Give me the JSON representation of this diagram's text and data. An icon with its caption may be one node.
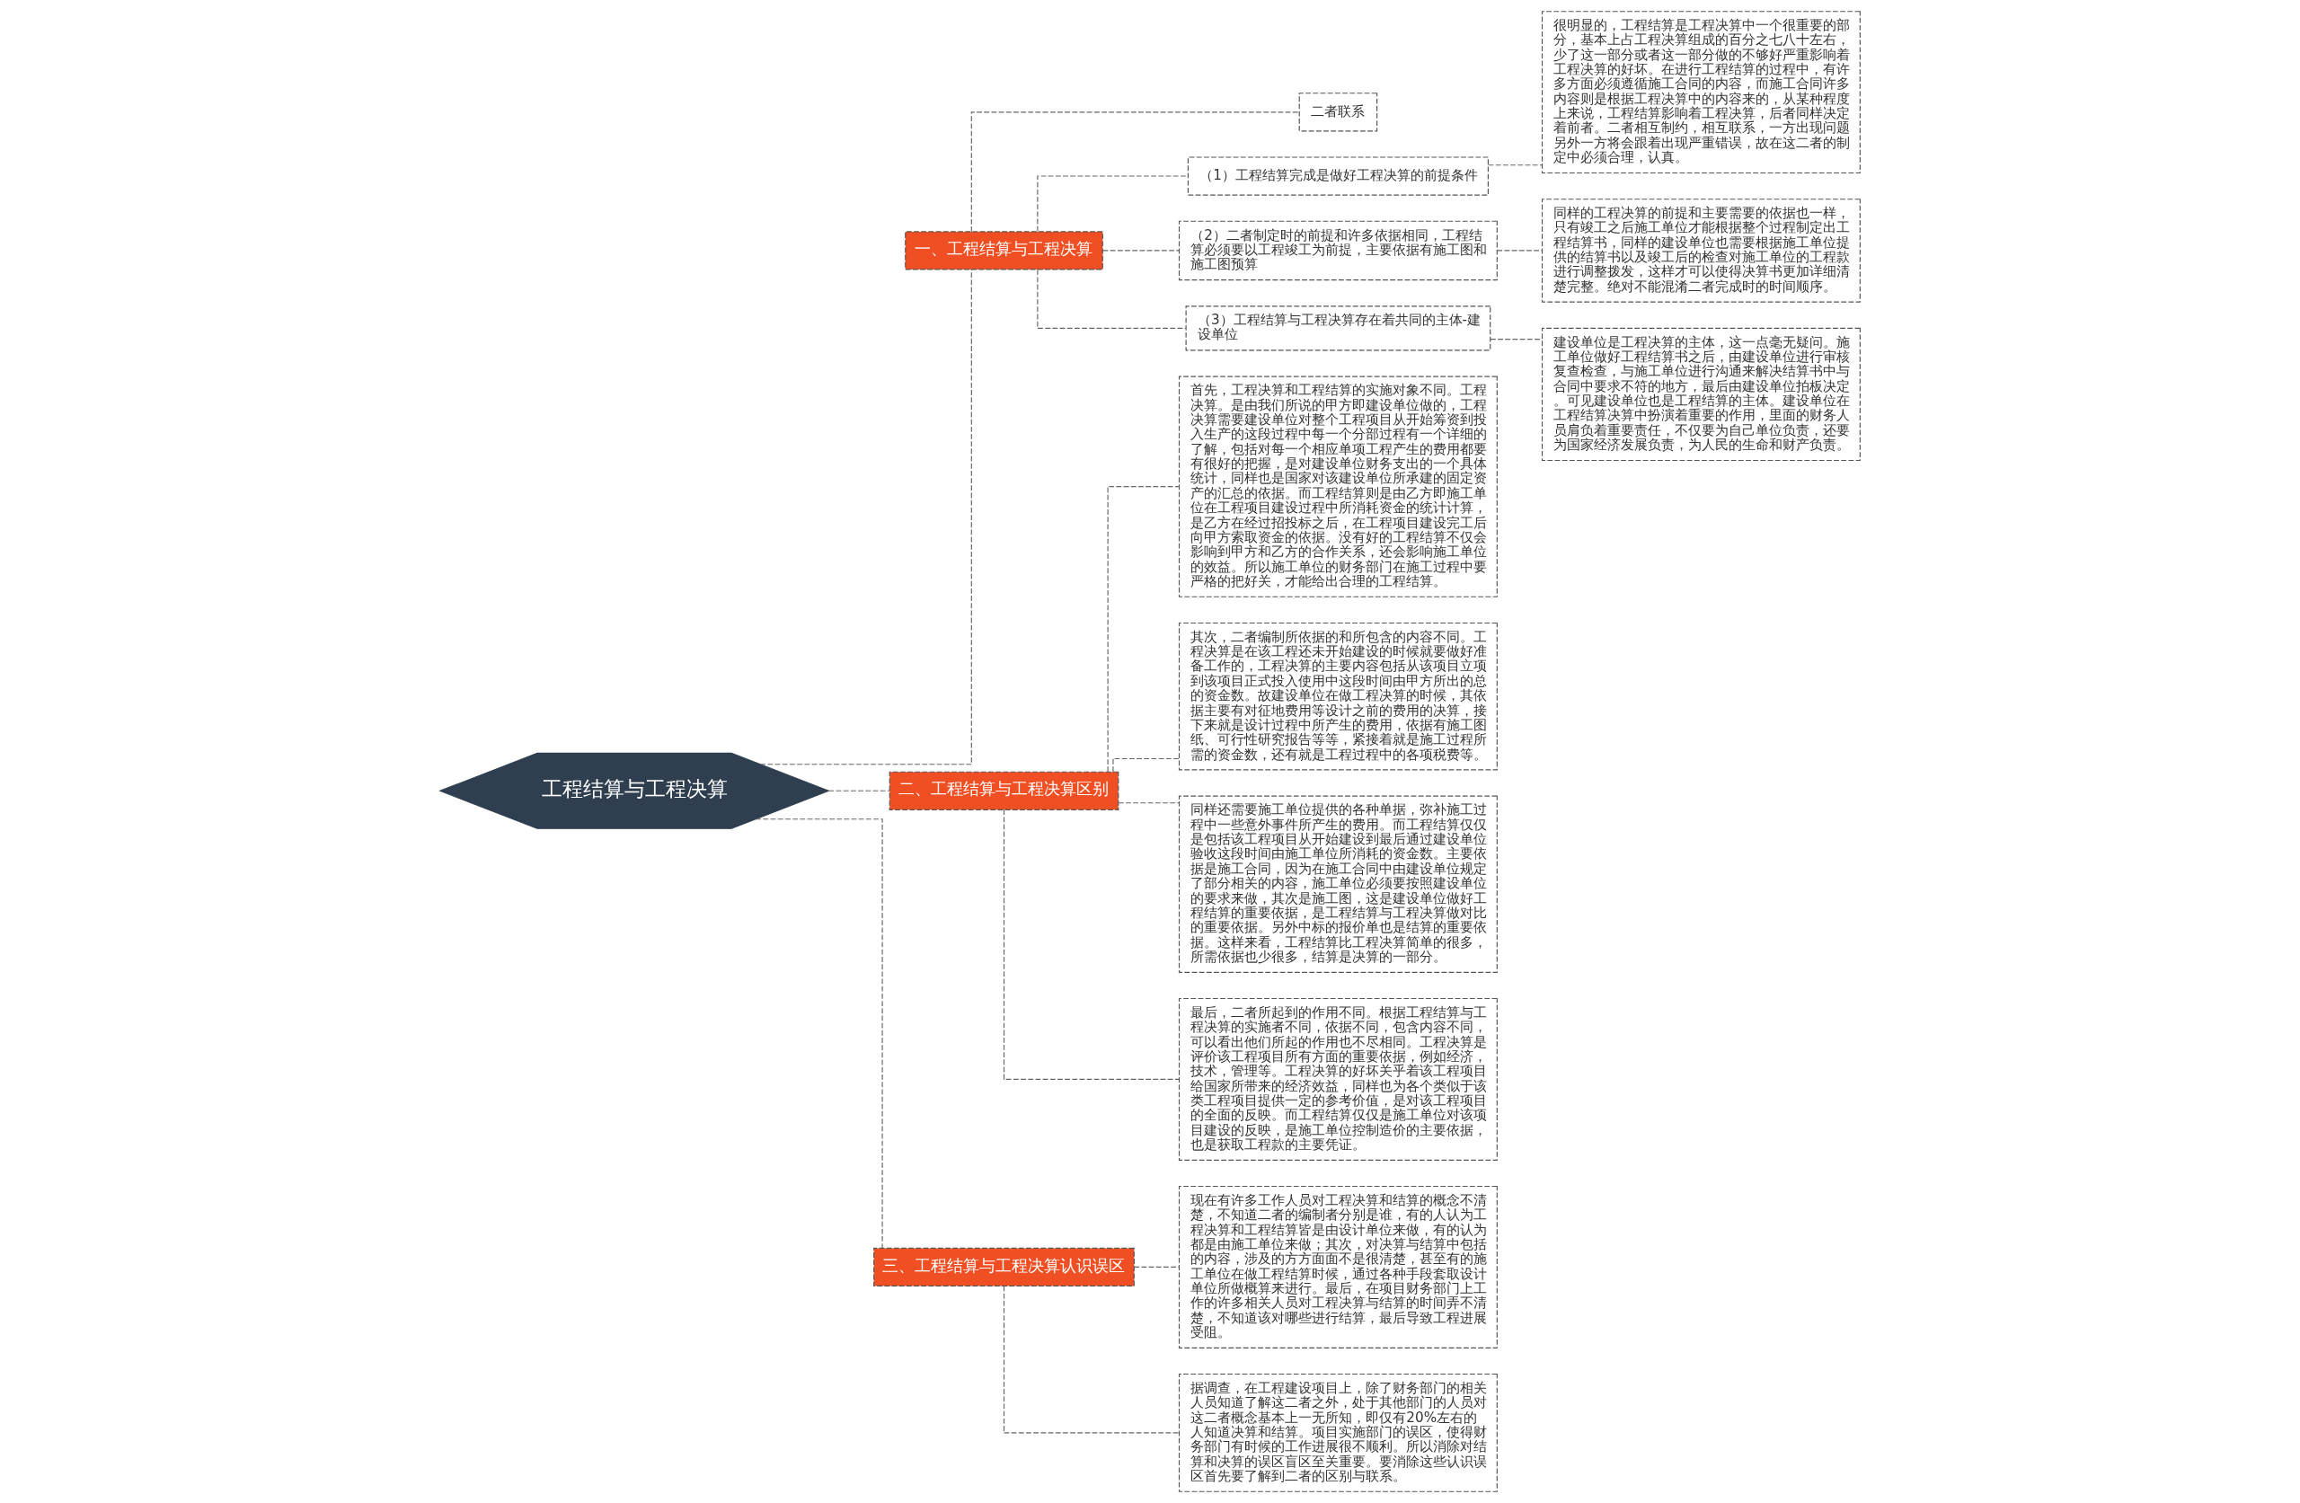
{
  "diagram": {
    "nodes": [
      {
        "text": [
          "工程结算与工程决算"
        ]
      },
      {
        "text": [
          "一、工程结算与工程决算"
        ]
      },
      {
        "text": [
          "二者联系"
        ]
      },
      {
        "text": [
          "（1）工程结算完成是做好工程决算的前提条件"
        ]
      },
      {
        "text": [
          "很明显的，工程结算是工程决算中一个很重要的部分，基本上占工程决算组成的百分之七八十左右，少了这一部分或者这一部分做的不够好严重影响着工程决算的好坏。在进行工程结算的过程中，有许多方面必须遵循施工合同的内容，而施工合同许多内容则是根据工程决算中的内容来的，从某种程度上来说，工程结算影响着工程决算，后者同样决定着前者。二者相互制约，相互联系，一方出现问题另外一方将会跟着出现严重错误，故在这二者的制定中必须合理，认真。"
        ]
      },
      {
        "text": [
          "（2）二者制定时的前提和许多依据相同，工程结算必须要以工程竣工为前提，主要依据有施工图和施工图预算"
        ]
      },
      {
        "text": [
          "同样的工程决算的前提和主要需要的依据也一样，只有竣工之后施工单位才能根据整个过程制定出工程结算书，同样的建设单位也需要根据施工单位提供的结算书以及竣工后的检查对施工单位的工程款进行调整拨发，这样才可以使得决算书更加详细清楚完整。绝对不能混淆二者完成时的时间顺序。"
        ]
      },
      {
        "text": [
          "（3）工程结算与工程决算存在着共同的主体-建设单位"
        ]
      },
      {
        "text": [
          "建设单位是工程决算的主体，这一点毫无疑问。施工单位做好工程结算书之后，由建设单位进行审核复查检查，与施工单位进行沟通来解决结算书中与合同中要求不符的地方，最后由建设单位拍板决定。可见建设单位也是工程结算的主体。建设单位在工程结算决算中扮演着重要的作用，里面的财务人员肩负着重要责任，不仅要为自己单位负责，还要为国家经济发展负责，为人民的生命和财产负责。"
        ]
      },
      {
        "text": [
          "二、工程结算与工程决算区别"
        ]
      },
      {
        "text": [
          "首先，工程决算和工程结算的实施对象不同。工程决算。是由我们所说的甲方即建设单位做的，工程决算需要建设单位对整个工程项目从开始筹资到投入生产的这段过程中每一个分部过程有一个详细的了解，包括对每一个相应单项工程产生的费用都要有很好的把握，是对建设单位财务支出的一个具体统计，同样也是国家对该建设单位所承建的固定资产的汇总的依据。而工程结算则是由乙方即施工单位在工程项目建设过程中所消耗资金的统计计算，是乙方在经过招投标之后，在工程项目建设完工后向甲方索取资金的依据。没有好的工程结算不仅会影响到甲方和乙方的合作关系，还会影响施工单位的效益。所以施工单位的财务部门在施工过程中要严格的把好关，才能给出合理的工程结算。"
        ]
      },
      {
        "text": [
          "其次，二者编制所依据的和所包含的内容不同。工程决算是在该工程还未开始建设的时候就要做好准备工作的，工程决算的主要内容包括从该项目立项到该项目正式投入使用中这段时间由甲方所出的总的资金数。故建设单位在做工程决算的时候，其依据主要有对征地费用等设计之前的费用的决算，接下来就是设计过程中所产生的费用，依据有施工图纸、可行性研究报告等等，紧接着就是施工过程所需的资金数，还有就是工程过程中的各项税费等。"
        ]
      },
      {
        "text": [
          "同样还需要施工单位提供的各种单据，弥补施工过程中一些意外事件所产生的费用。而工程结算仅仅是包括该工程项目从开始建设到最后通过建设单位验收这段时间由施工单位所消耗的资金数。主要依据是施工合同，因为在施工合同中由建设单位规定了部分相关的内容，施工单位必须要按照建设单位的要求来做，其次是施工图，这是建设单位做好工程结算的重要依据，是工程结算与工程决算做对比的重要依据。另外中标的报价单也是结算的重要依据。这样来看，工程结算比工程决算简单的很多，所需依据也少很多，结算是决算的一部分。"
        ]
      },
      {
        "text": [
          "最后，二者所起到的作用不同。根据工程结算与工程决算的实施者不同，依据不同，包含内容不同，可以看出他们所起的作用也不尽相同。工程决算是评价该工程项目所有方面的重要依据，例如经济，技术，管理等。工程决算的好坏关乎着该工程项目给国家所带来的经济效益，同样也为各个类似于该类工程项目提供一定的参考价值，是对该工程项目的全面的反映。而工程结算仅仅是施工单位对该项目建设的反映，是施工单位控制造价的主要依据，也是获取工程款的主要凭证。"
        ]
      },
      {
        "text": [
          "三、工程结算与工程决算认识误区"
        ]
      },
      {
        "text": [
          "现在有许多工作人员对工程决算和结算的概念不清楚，不知道二者的编制者分别是谁，有的人认为工程决算和工程结算皆是由设计单位来做，有的认为都是由施工单位来做；其次，对决算与结算中包括的内容，涉及的方方面面不是很清楚，甚至有的施工单位在做工程结算时候，通过各种手段套取设计单位所做概算来进行。最后，在项目财务部门上工作的许多相关人员对工程决算与结算的时间弄不清楚，不知道该对哪些进行结算，最后导致工程进展受阻。"
        ]
      },
      {
        "text": [
          "据调查，在工程建设项目上，除了财务部门的相关人员知道了解这二者之外，处于其他部门的人员对这二者概念基本上一无所知，即仅有20%左右的人知道决算和结算。项目实施部门的误区，使得财务部门有时候的工作进展很不顺利。所以消除对结算和决算的误区盲区至关重要。要消除这些认识误区首先要了解到二者的区别与联系。"
        ]
      }
    ],
    "edges": [
      {
        "from": 0,
        "to": 1,
        "arrow": "none",
        "style": "dashed"
      },
      {
        "from": 1,
        "to": 2,
        "arrow": "none",
        "style": "dashed"
      },
      {
        "from": 1,
        "to": 3,
        "arrow": "none",
        "style": "dashed"
      },
      {
        "from": 3,
        "to": 4,
        "arrow": "none",
        "style": "dashed"
      },
      {
        "from": 1,
        "to": 5,
        "arrow": "none",
        "style": "dashed"
      },
      {
        "from": 5,
        "to": 6,
        "arrow": "none",
        "style": "dashed"
      },
      {
        "from": 1,
        "to": 7,
        "arrow": "none",
        "style": "dashed"
      },
      {
        "from": 7,
        "to": 8,
        "arrow": "none",
        "style": "dashed"
      },
      {
        "from": 0,
        "to": 9,
        "arrow": "none",
        "style": "dashed"
      },
      {
        "from": 9,
        "to": 10,
        "arrow": "none",
        "style": "dashed"
      },
      {
        "from": 9,
        "to": 11,
        "arrow": "none",
        "style": "dashed"
      },
      {
        "from": 9,
        "to": 12,
        "arrow": "none",
        "style": "dashed"
      },
      {
        "from": 9,
        "to": 13,
        "arrow": "none",
        "style": "dashed"
      },
      {
        "from": 0,
        "to": 14,
        "arrow": "none",
        "style": "dashed"
      },
      {
        "from": 14,
        "to": 15,
        "arrow": "none",
        "style": "dashed"
      },
      {
        "from": 14,
        "to": 16,
        "arrow": "none",
        "style": "dashed"
      }
    ]
  }
}
